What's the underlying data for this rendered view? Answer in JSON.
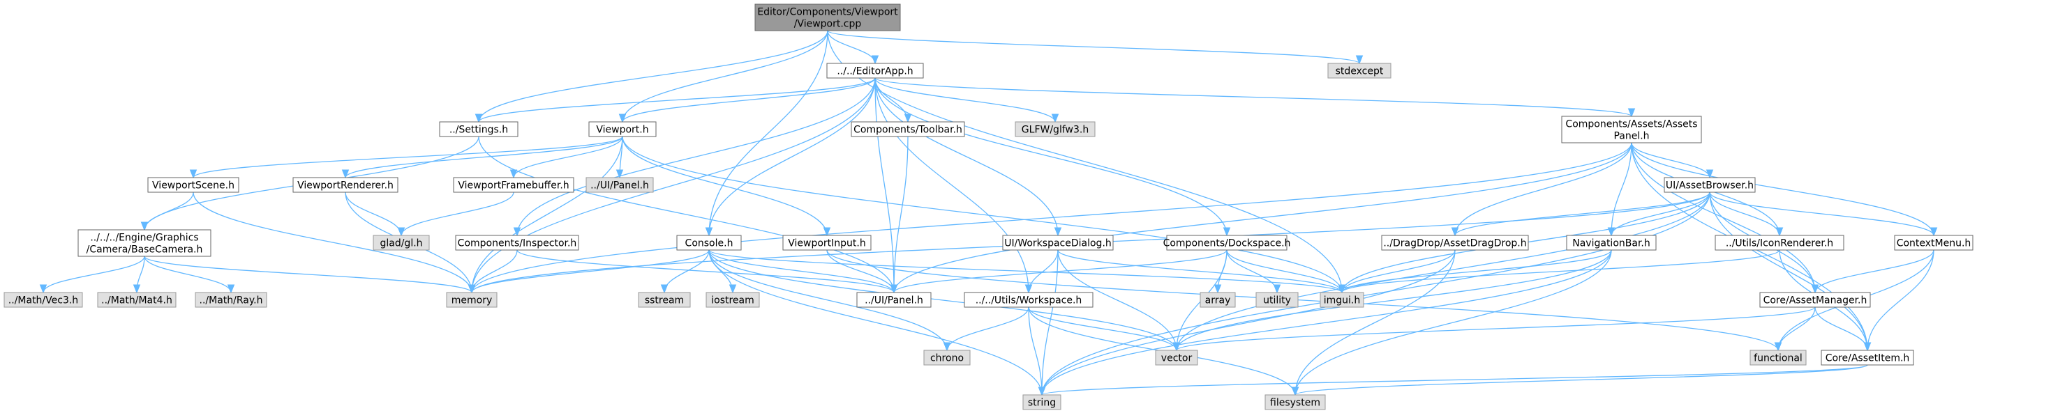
{
  "nodes": [
    {
      "id": "viewport_cpp",
      "lines": [
        "Editor/Components/Viewport",
        "/Viewport.cpp"
      ],
      "kind": "focus"
    },
    {
      "id": "editorapp",
      "lines": [
        "../../EditorApp.h"
      ],
      "kind": "doc"
    },
    {
      "id": "stdexcept",
      "lines": [
        "stdexcept"
      ],
      "kind": "sys"
    },
    {
      "id": "settings",
      "lines": [
        "../Settings.h"
      ],
      "kind": "doc"
    },
    {
      "id": "viewport_h",
      "lines": [
        "Viewport.h"
      ],
      "kind": "doc"
    },
    {
      "id": "toolbar",
      "lines": [
        "Components/Toolbar.h"
      ],
      "kind": "doc"
    },
    {
      "id": "glfw",
      "lines": [
        "GLFW/glfw3.h"
      ],
      "kind": "sys"
    },
    {
      "id": "assets_panel",
      "lines": [
        "Components/Assets/Assets",
        "Panel.h"
      ],
      "kind": "doc"
    },
    {
      "id": "viewport_scene",
      "lines": [
        "ViewportScene.h"
      ],
      "kind": "doc"
    },
    {
      "id": "viewport_renderer",
      "lines": [
        "ViewportRenderer.h"
      ],
      "kind": "doc"
    },
    {
      "id": "viewport_fb",
      "lines": [
        "ViewportFramebuffer.h"
      ],
      "kind": "doc"
    },
    {
      "id": "ui_panel_gray",
      "lines": [
        "../UI/Panel.h"
      ],
      "kind": "sys"
    },
    {
      "id": "asset_browser",
      "lines": [
        "UI/AssetBrowser.h"
      ],
      "kind": "doc"
    },
    {
      "id": "base_camera",
      "lines": [
        "../../../Engine/Graphics",
        "/Camera/BaseCamera.h"
      ],
      "kind": "doc"
    },
    {
      "id": "glad",
      "lines": [
        "glad/gl.h"
      ],
      "kind": "sys"
    },
    {
      "id": "inspector",
      "lines": [
        "Components/Inspector.h"
      ],
      "kind": "doc"
    },
    {
      "id": "console",
      "lines": [
        "Console.h"
      ],
      "kind": "doc"
    },
    {
      "id": "viewport_input",
      "lines": [
        "ViewportInput.h"
      ],
      "kind": "doc"
    },
    {
      "id": "workspace_dialog",
      "lines": [
        "UI/WorkspaceDialog.h"
      ],
      "kind": "doc"
    },
    {
      "id": "dockspace",
      "lines": [
        "Components/Dockspace.h"
      ],
      "kind": "doc"
    },
    {
      "id": "dragdrop",
      "lines": [
        "../DragDrop/AssetDragDrop.h"
      ],
      "kind": "doc"
    },
    {
      "id": "navbar",
      "lines": [
        "NavigationBar.h"
      ],
      "kind": "doc"
    },
    {
      "id": "icon_renderer",
      "lines": [
        "../Utils/IconRenderer.h"
      ],
      "kind": "doc"
    },
    {
      "id": "context_menu",
      "lines": [
        "ContextMenu.h"
      ],
      "kind": "doc"
    },
    {
      "id": "vec3",
      "lines": [
        "../Math/Vec3.h"
      ],
      "kind": "sys"
    },
    {
      "id": "mat4",
      "lines": [
        "../Math/Mat4.h"
      ],
      "kind": "sys"
    },
    {
      "id": "ray",
      "lines": [
        "../Math/Ray.h"
      ],
      "kind": "sys"
    },
    {
      "id": "memory",
      "lines": [
        "memory"
      ],
      "kind": "sys"
    },
    {
      "id": "sstream",
      "lines": [
        "sstream"
      ],
      "kind": "sys"
    },
    {
      "id": "iostream",
      "lines": [
        "iostream"
      ],
      "kind": "sys"
    },
    {
      "id": "ui_panel",
      "lines": [
        "../UI/Panel.h"
      ],
      "kind": "doc"
    },
    {
      "id": "workspace",
      "lines": [
        "../../Utils/Workspace.h"
      ],
      "kind": "doc"
    },
    {
      "id": "array",
      "lines": [
        "array"
      ],
      "kind": "sys"
    },
    {
      "id": "utility",
      "lines": [
        "utility"
      ],
      "kind": "sys"
    },
    {
      "id": "imgui",
      "lines": [
        "imgui.h"
      ],
      "kind": "sys"
    },
    {
      "id": "asset_manager",
      "lines": [
        "Core/AssetManager.h"
      ],
      "kind": "doc"
    },
    {
      "id": "chrono",
      "lines": [
        "chrono"
      ],
      "kind": "sys"
    },
    {
      "id": "vector",
      "lines": [
        "vector"
      ],
      "kind": "sys"
    },
    {
      "id": "functional",
      "lines": [
        "functional"
      ],
      "kind": "sys"
    },
    {
      "id": "asset_item",
      "lines": [
        "Core/AssetItem.h"
      ],
      "kind": "doc"
    },
    {
      "id": "string",
      "lines": [
        "string"
      ],
      "kind": "sys"
    },
    {
      "id": "filesystem",
      "lines": [
        "filesystem"
      ],
      "kind": "sys"
    }
  ],
  "edges": [
    [
      "viewport_cpp",
      "editorapp"
    ],
    [
      "viewport_cpp",
      "stdexcept"
    ],
    [
      "viewport_cpp",
      "settings"
    ],
    [
      "viewport_cpp",
      "viewport_h"
    ],
    [
      "viewport_cpp",
      "console"
    ],
    [
      "viewport_cpp",
      "imgui"
    ],
    [
      "editorapp",
      "settings"
    ],
    [
      "editorapp",
      "viewport_h"
    ],
    [
      "editorapp",
      "toolbar"
    ],
    [
      "editorapp",
      "glfw"
    ],
    [
      "editorapp",
      "assets_panel"
    ],
    [
      "editorapp",
      "inspector"
    ],
    [
      "editorapp",
      "console"
    ],
    [
      "editorapp",
      "workspace_dialog"
    ],
    [
      "editorapp",
      "dockspace"
    ],
    [
      "editorapp",
      "workspace"
    ],
    [
      "editorapp",
      "memory"
    ],
    [
      "editorapp",
      "ui_panel"
    ],
    [
      "settings",
      "base_camera"
    ],
    [
      "settings",
      "ui_panel"
    ],
    [
      "viewport_h",
      "viewport_scene"
    ],
    [
      "viewport_h",
      "viewport_renderer"
    ],
    [
      "viewport_h",
      "viewport_fb"
    ],
    [
      "viewport_h",
      "ui_panel_gray"
    ],
    [
      "viewport_h",
      "viewport_input"
    ],
    [
      "viewport_h",
      "memory"
    ],
    [
      "viewport_h",
      "imgui"
    ],
    [
      "toolbar",
      "ui_panel"
    ],
    [
      "assets_panel",
      "asset_browser"
    ],
    [
      "assets_panel",
      "dragdrop"
    ],
    [
      "assets_panel",
      "navbar"
    ],
    [
      "assets_panel",
      "icon_renderer"
    ],
    [
      "assets_panel",
      "context_menu"
    ],
    [
      "assets_panel",
      "asset_manager"
    ],
    [
      "assets_panel",
      "asset_item"
    ],
    [
      "assets_panel",
      "ui_panel"
    ],
    [
      "assets_panel",
      "memory"
    ],
    [
      "viewport_scene",
      "base_camera"
    ],
    [
      "viewport_scene",
      "memory"
    ],
    [
      "viewport_renderer",
      "glad"
    ],
    [
      "viewport_renderer",
      "memory"
    ],
    [
      "viewport_fb",
      "glad"
    ],
    [
      "asset_browser",
      "dragdrop"
    ],
    [
      "asset_browser",
      "navbar"
    ],
    [
      "asset_browser",
      "icon_renderer"
    ],
    [
      "asset_browser",
      "context_menu"
    ],
    [
      "asset_browser",
      "asset_manager"
    ],
    [
      "asset_browser",
      "asset_item"
    ],
    [
      "asset_browser",
      "imgui"
    ],
    [
      "asset_browser",
      "memory"
    ],
    [
      "asset_browser",
      "vector"
    ],
    [
      "asset_browser",
      "string"
    ],
    [
      "base_camera",
      "vec3"
    ],
    [
      "base_camera",
      "mat4"
    ],
    [
      "base_camera",
      "ray"
    ],
    [
      "base_camera",
      "memory"
    ],
    [
      "inspector",
      "memory"
    ],
    [
      "inspector",
      "ui_panel"
    ],
    [
      "console",
      "memory"
    ],
    [
      "console",
      "sstream"
    ],
    [
      "console",
      "iostream"
    ],
    [
      "console",
      "ui_panel"
    ],
    [
      "console",
      "chrono"
    ],
    [
      "console",
      "vector"
    ],
    [
      "console",
      "string"
    ],
    [
      "console",
      "imgui"
    ],
    [
      "viewport_input",
      "ui_panel"
    ],
    [
      "viewport_input",
      "functional"
    ],
    [
      "workspace_dialog",
      "workspace"
    ],
    [
      "workspace_dialog",
      "imgui"
    ],
    [
      "workspace_dialog",
      "vector"
    ],
    [
      "workspace_dialog",
      "string"
    ],
    [
      "dockspace",
      "ui_panel"
    ],
    [
      "dockspace",
      "array"
    ],
    [
      "dockspace",
      "utility"
    ],
    [
      "dockspace",
      "imgui"
    ],
    [
      "dockspace",
      "vector"
    ],
    [
      "dragdrop",
      "imgui"
    ],
    [
      "dragdrop",
      "string"
    ],
    [
      "dragdrop",
      "filesystem"
    ],
    [
      "navbar",
      "imgui"
    ],
    [
      "navbar",
      "vector"
    ],
    [
      "navbar",
      "string"
    ],
    [
      "navbar",
      "filesystem"
    ],
    [
      "icon_renderer",
      "imgui"
    ],
    [
      "icon_renderer",
      "asset_item"
    ],
    [
      "context_menu",
      "asset_manager"
    ],
    [
      "context_menu",
      "asset_item"
    ],
    [
      "context_menu",
      "functional"
    ],
    [
      "workspace",
      "chrono"
    ],
    [
      "workspace",
      "vector"
    ],
    [
      "workspace",
      "string"
    ],
    [
      "workspace",
      "filesystem"
    ],
    [
      "asset_manager",
      "asset_item"
    ],
    [
      "asset_manager",
      "vector"
    ],
    [
      "asset_manager",
      "functional"
    ],
    [
      "asset_item",
      "string"
    ],
    [
      "asset_item",
      "filesystem"
    ]
  ]
}
